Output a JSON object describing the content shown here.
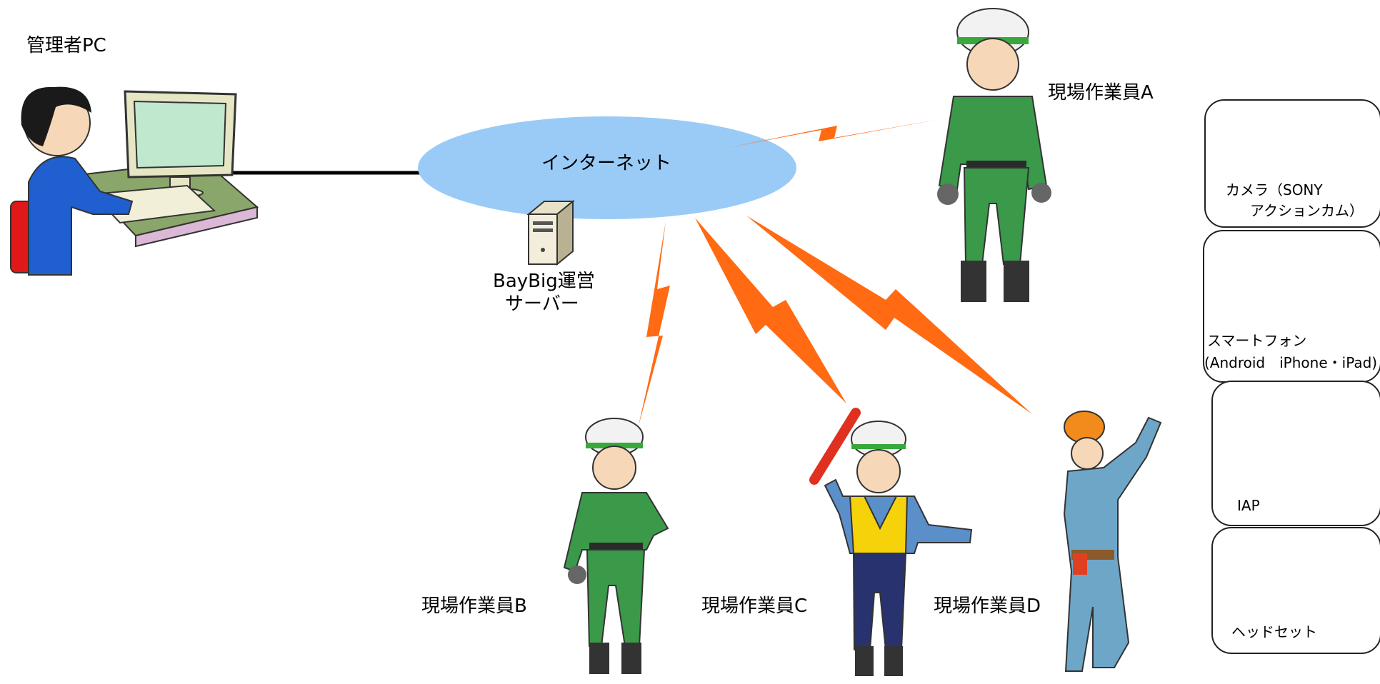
{
  "labels": {
    "admin_pc": "管理者PC",
    "internet": "インターネット",
    "server": [
      "BayBig運営",
      "サーバー"
    ],
    "worker_a": "現場作業員A",
    "worker_b": "現場作業員B",
    "worker_c": "現場作業員C",
    "worker_d": "現場作業員D"
  },
  "devices": {
    "camera": [
      "カメラ（SONY",
      "アクションカム）"
    ],
    "smartphone": [
      "スマートフォン",
      "(Android　iPhone・iPad)"
    ],
    "iap": "IAP",
    "headset": "ヘッドセット"
  },
  "colors": {
    "cloud": "#99cbf6",
    "lightning": "#ff6a13",
    "worker_green": "#3a9a4a",
    "worker_blue": "#5b8fc9",
    "vest_yellow": "#f5d20a",
    "line": "#000000"
  }
}
